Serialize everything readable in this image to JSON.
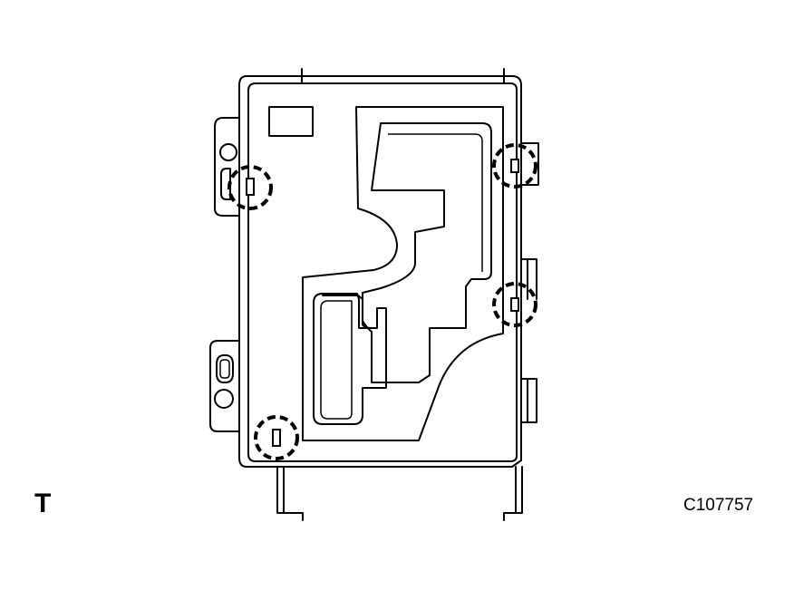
{
  "labels": {
    "view_mark": "T",
    "figure_code": "C107757"
  },
  "parts": {
    "component": "shift-lever-indicator-panel",
    "clip_count": 4
  },
  "colors": {
    "line": "#000000",
    "background": "#ffffff"
  }
}
